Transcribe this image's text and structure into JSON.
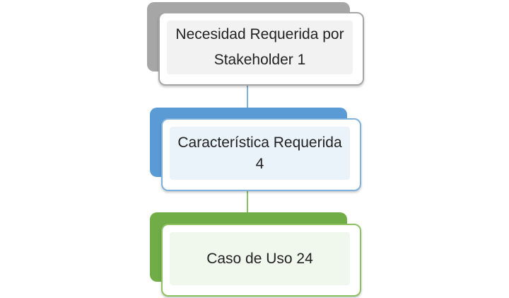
{
  "diagram": {
    "nodes": [
      {
        "label": "Necesidad Requerida por\nStakeholder 1",
        "back_color": "#a6a6a6",
        "border_color": "#a6a6a6",
        "fill_color": "#f2f2f2"
      },
      {
        "label": "Característica Requerida\n4",
        "back_color": "#5b9bd5",
        "border_color": "#7fb1dd",
        "fill_color": "#eaf2fa"
      },
      {
        "label": "Caso de Uso 24",
        "back_color": "#70ad47",
        "border_color": "#8cc163",
        "fill_color": "#f0f7ec"
      }
    ],
    "connectors": [
      {
        "from": 0,
        "to": 1,
        "color": "#7fb1dd"
      },
      {
        "from": 1,
        "to": 2,
        "color": "#8cc163"
      }
    ]
  }
}
